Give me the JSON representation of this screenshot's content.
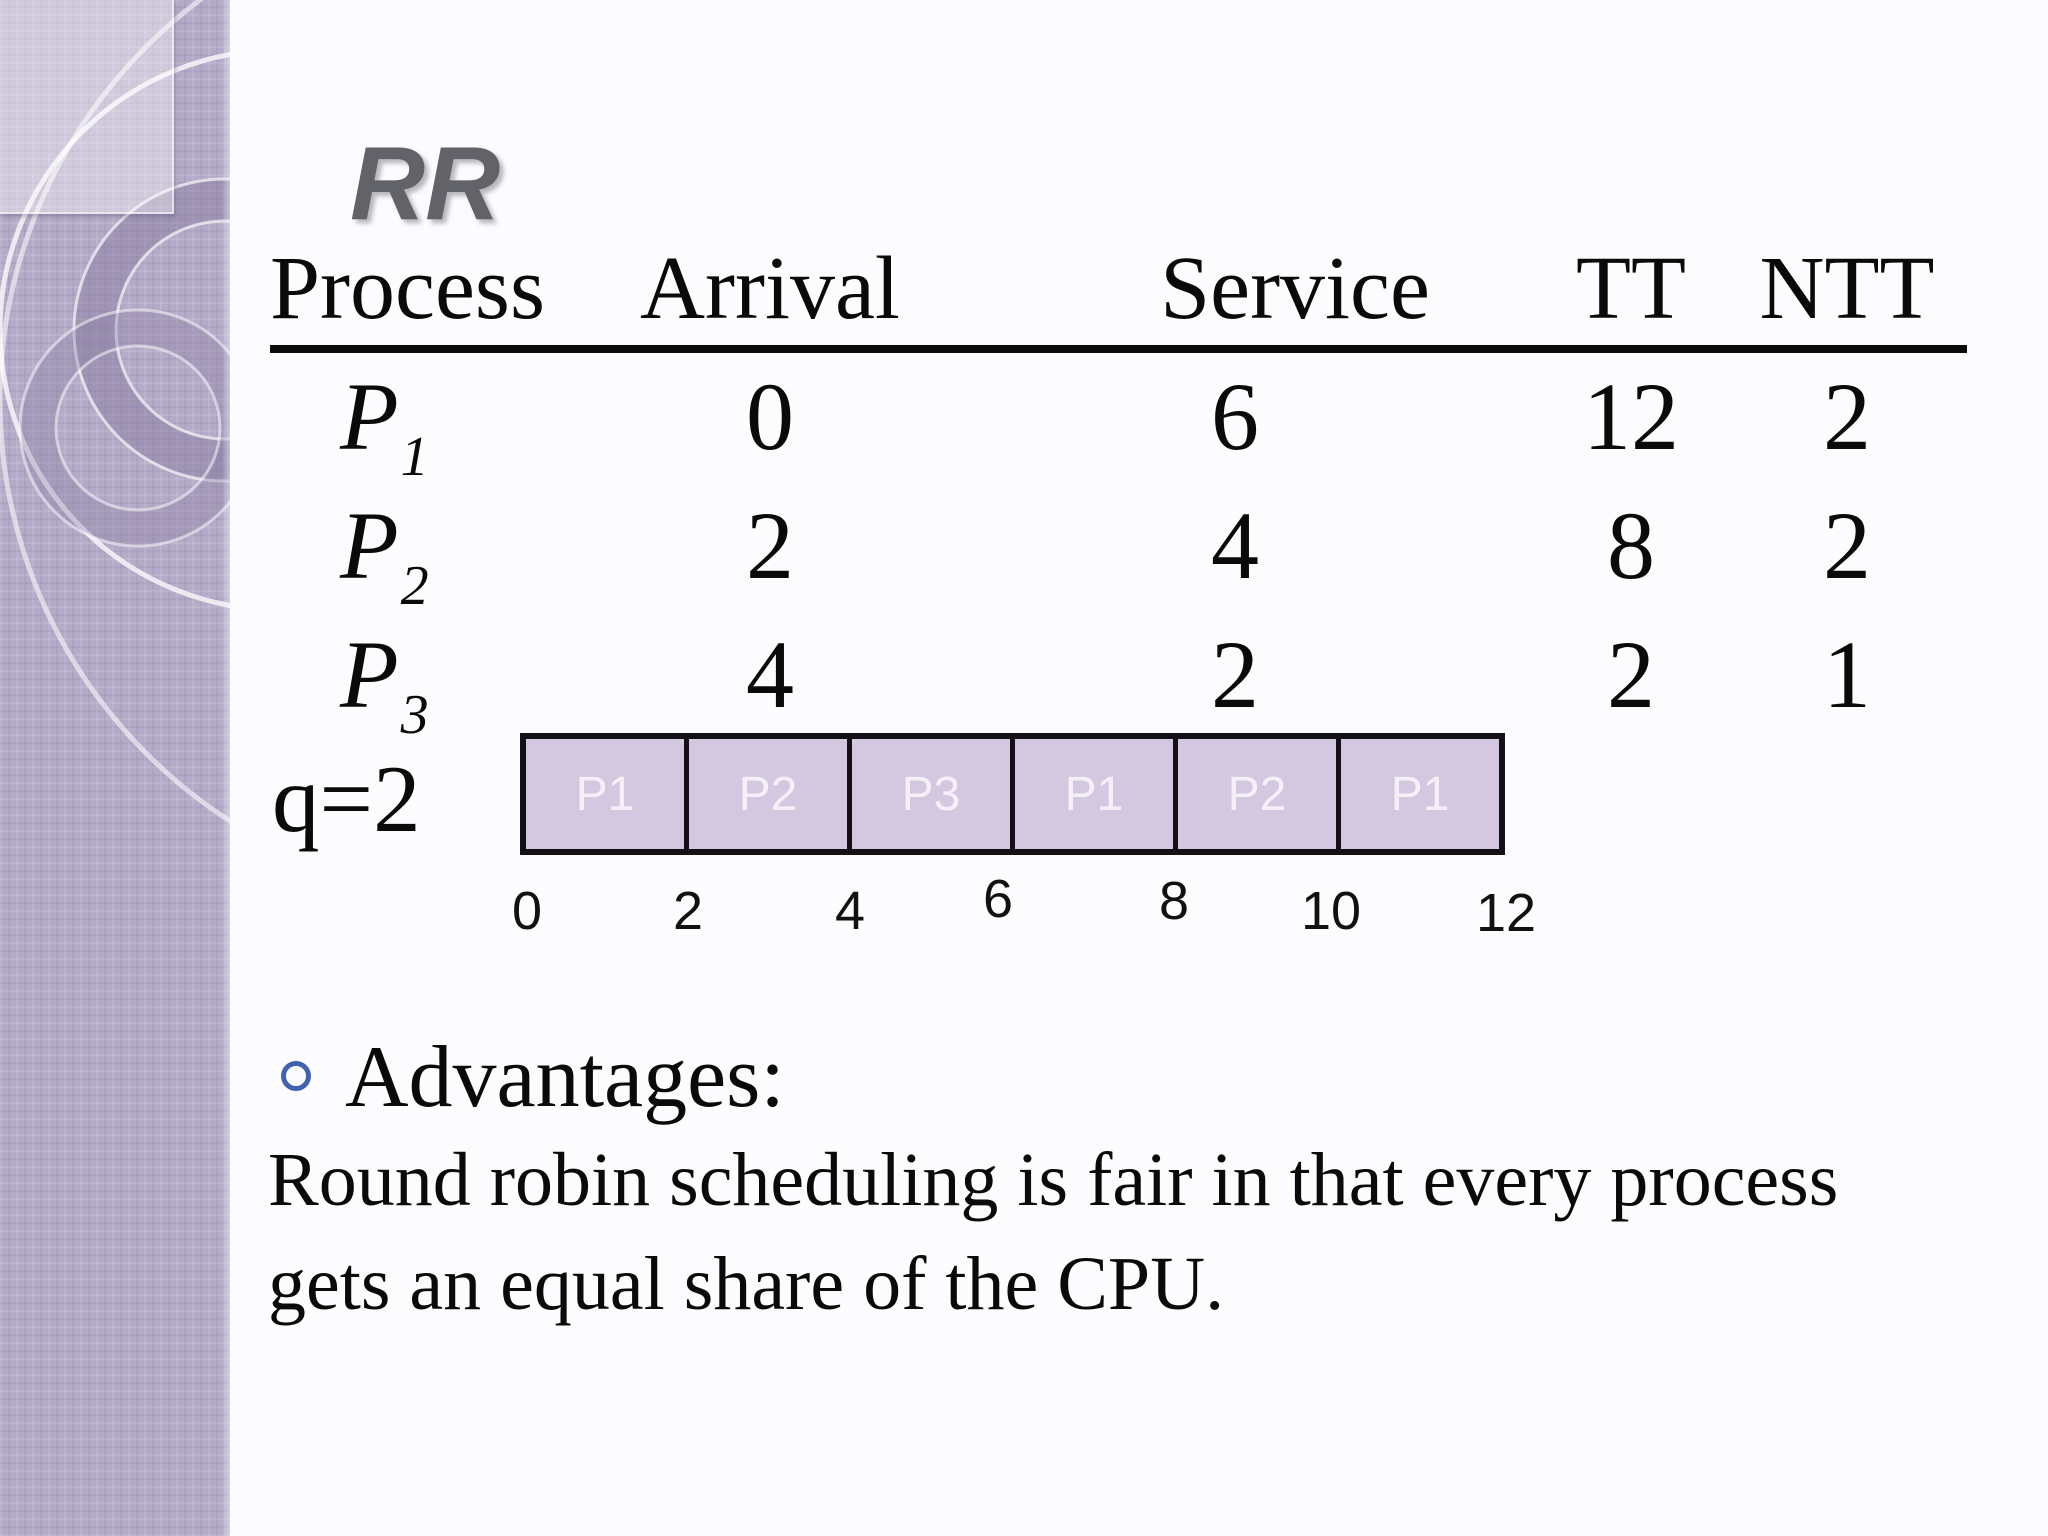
{
  "slide": {
    "title": "RR"
  },
  "table": {
    "headers": [
      "Process",
      "Arrival",
      "Service",
      "TT",
      "NTT"
    ],
    "rows": [
      {
        "name": "P",
        "sub": "1",
        "arrival": "0",
        "service": "6",
        "tt": "12",
        "ntt": "2"
      },
      {
        "name": "P",
        "sub": "2",
        "arrival": "2",
        "service": "4",
        "tt": "8",
        "ntt": "2"
      },
      {
        "name": "P",
        "sub": "3",
        "arrival": "4",
        "service": "2",
        "tt": "2",
        "ntt": "1"
      }
    ]
  },
  "gantt": {
    "quantum_label": "q=2",
    "segments": [
      {
        "label": "P1",
        "start": 0,
        "end": 2
      },
      {
        "label": "P2",
        "start": 2,
        "end": 4
      },
      {
        "label": "P3",
        "start": 4,
        "end": 6
      },
      {
        "label": "P1",
        "start": 6,
        "end": 8
      },
      {
        "label": "P2",
        "start": 8,
        "end": 10
      },
      {
        "label": "P1",
        "start": 10,
        "end": 12
      }
    ],
    "axis_ticks": [
      "0",
      "2",
      "4",
      "6",
      "8",
      "10",
      "12"
    ],
    "colors": {
      "segment_fill": "#d3c8e0",
      "segment_label": "#f5f0f8",
      "border": "#131016"
    }
  },
  "advantages": {
    "heading": "Advantages:",
    "body_lines": [
      "Round robin scheduling is fair in that every process",
      "gets an equal share of the CPU."
    ]
  },
  "colors": {
    "title_gray": "#626269",
    "bullet_blue": "#3f63ae",
    "sidebar_base": "#b5aac7",
    "slide_bg": "#fcfbfd",
    "text_black": "#0a0a0a"
  }
}
